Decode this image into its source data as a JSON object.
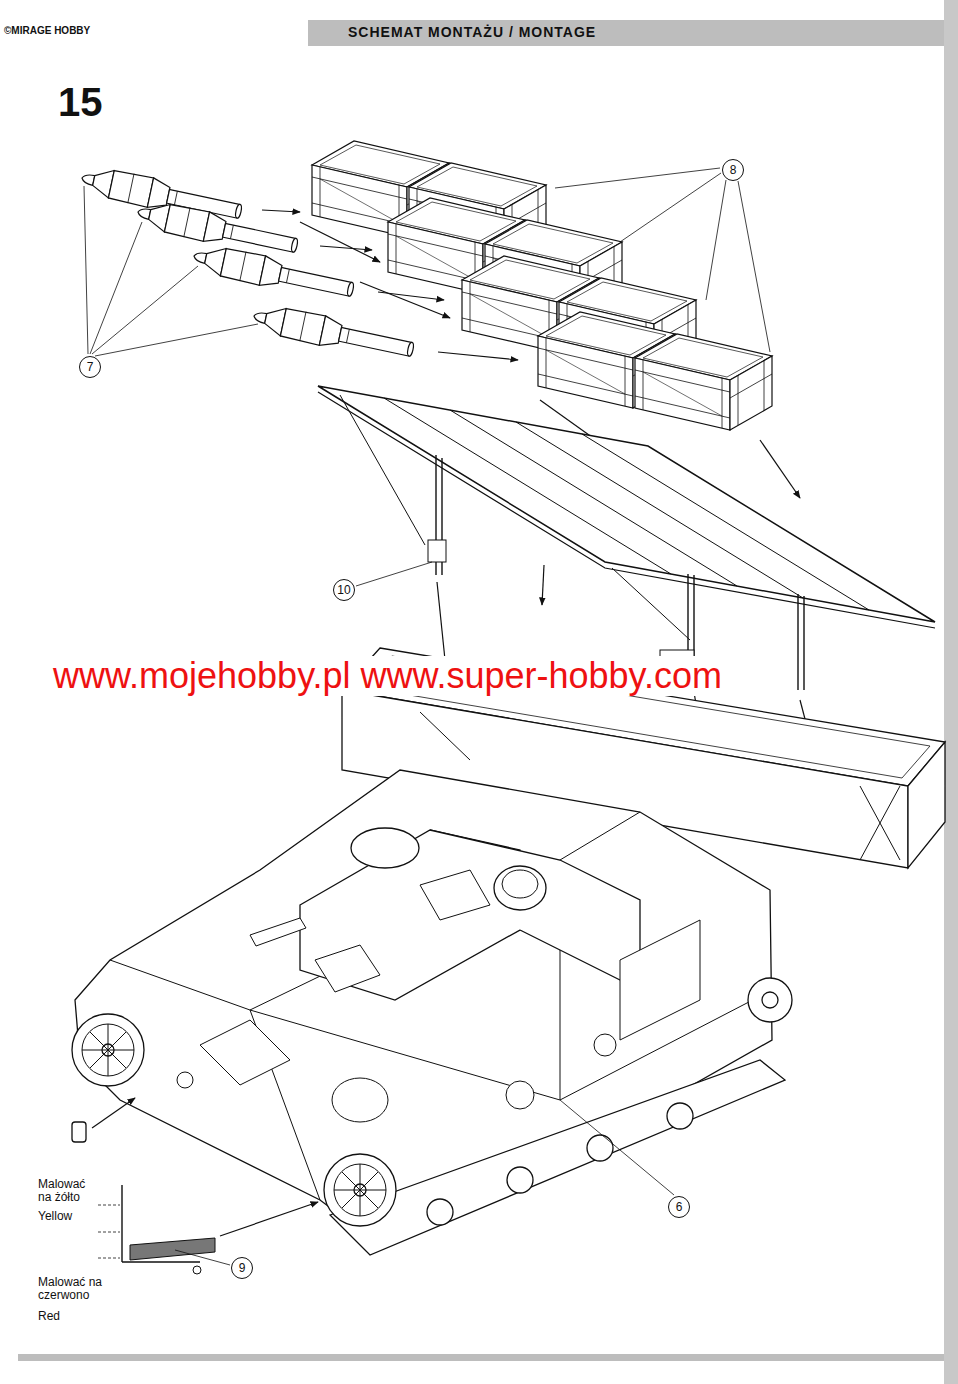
{
  "diagram": {
    "title": "SCHEMAT MONTAŻU / MONTAGE",
    "nodes": [
      {
        "text": [
          "8"
        ]
      },
      {
        "text": [
          "7"
        ]
      },
      {
        "text": [
          "10"
        ]
      },
      {
        "text": [
          "6"
        ]
      },
      {
        "text": [
          "9"
        ]
      }
    ],
    "labels": [
      "©MIRAGE HOBBY",
      "15",
      "www.mojehobby.pl www.super-hobby.com",
      "Malować na żółto",
      "Yellow",
      "Malować na czerwono",
      "Red"
    ]
  }
}
